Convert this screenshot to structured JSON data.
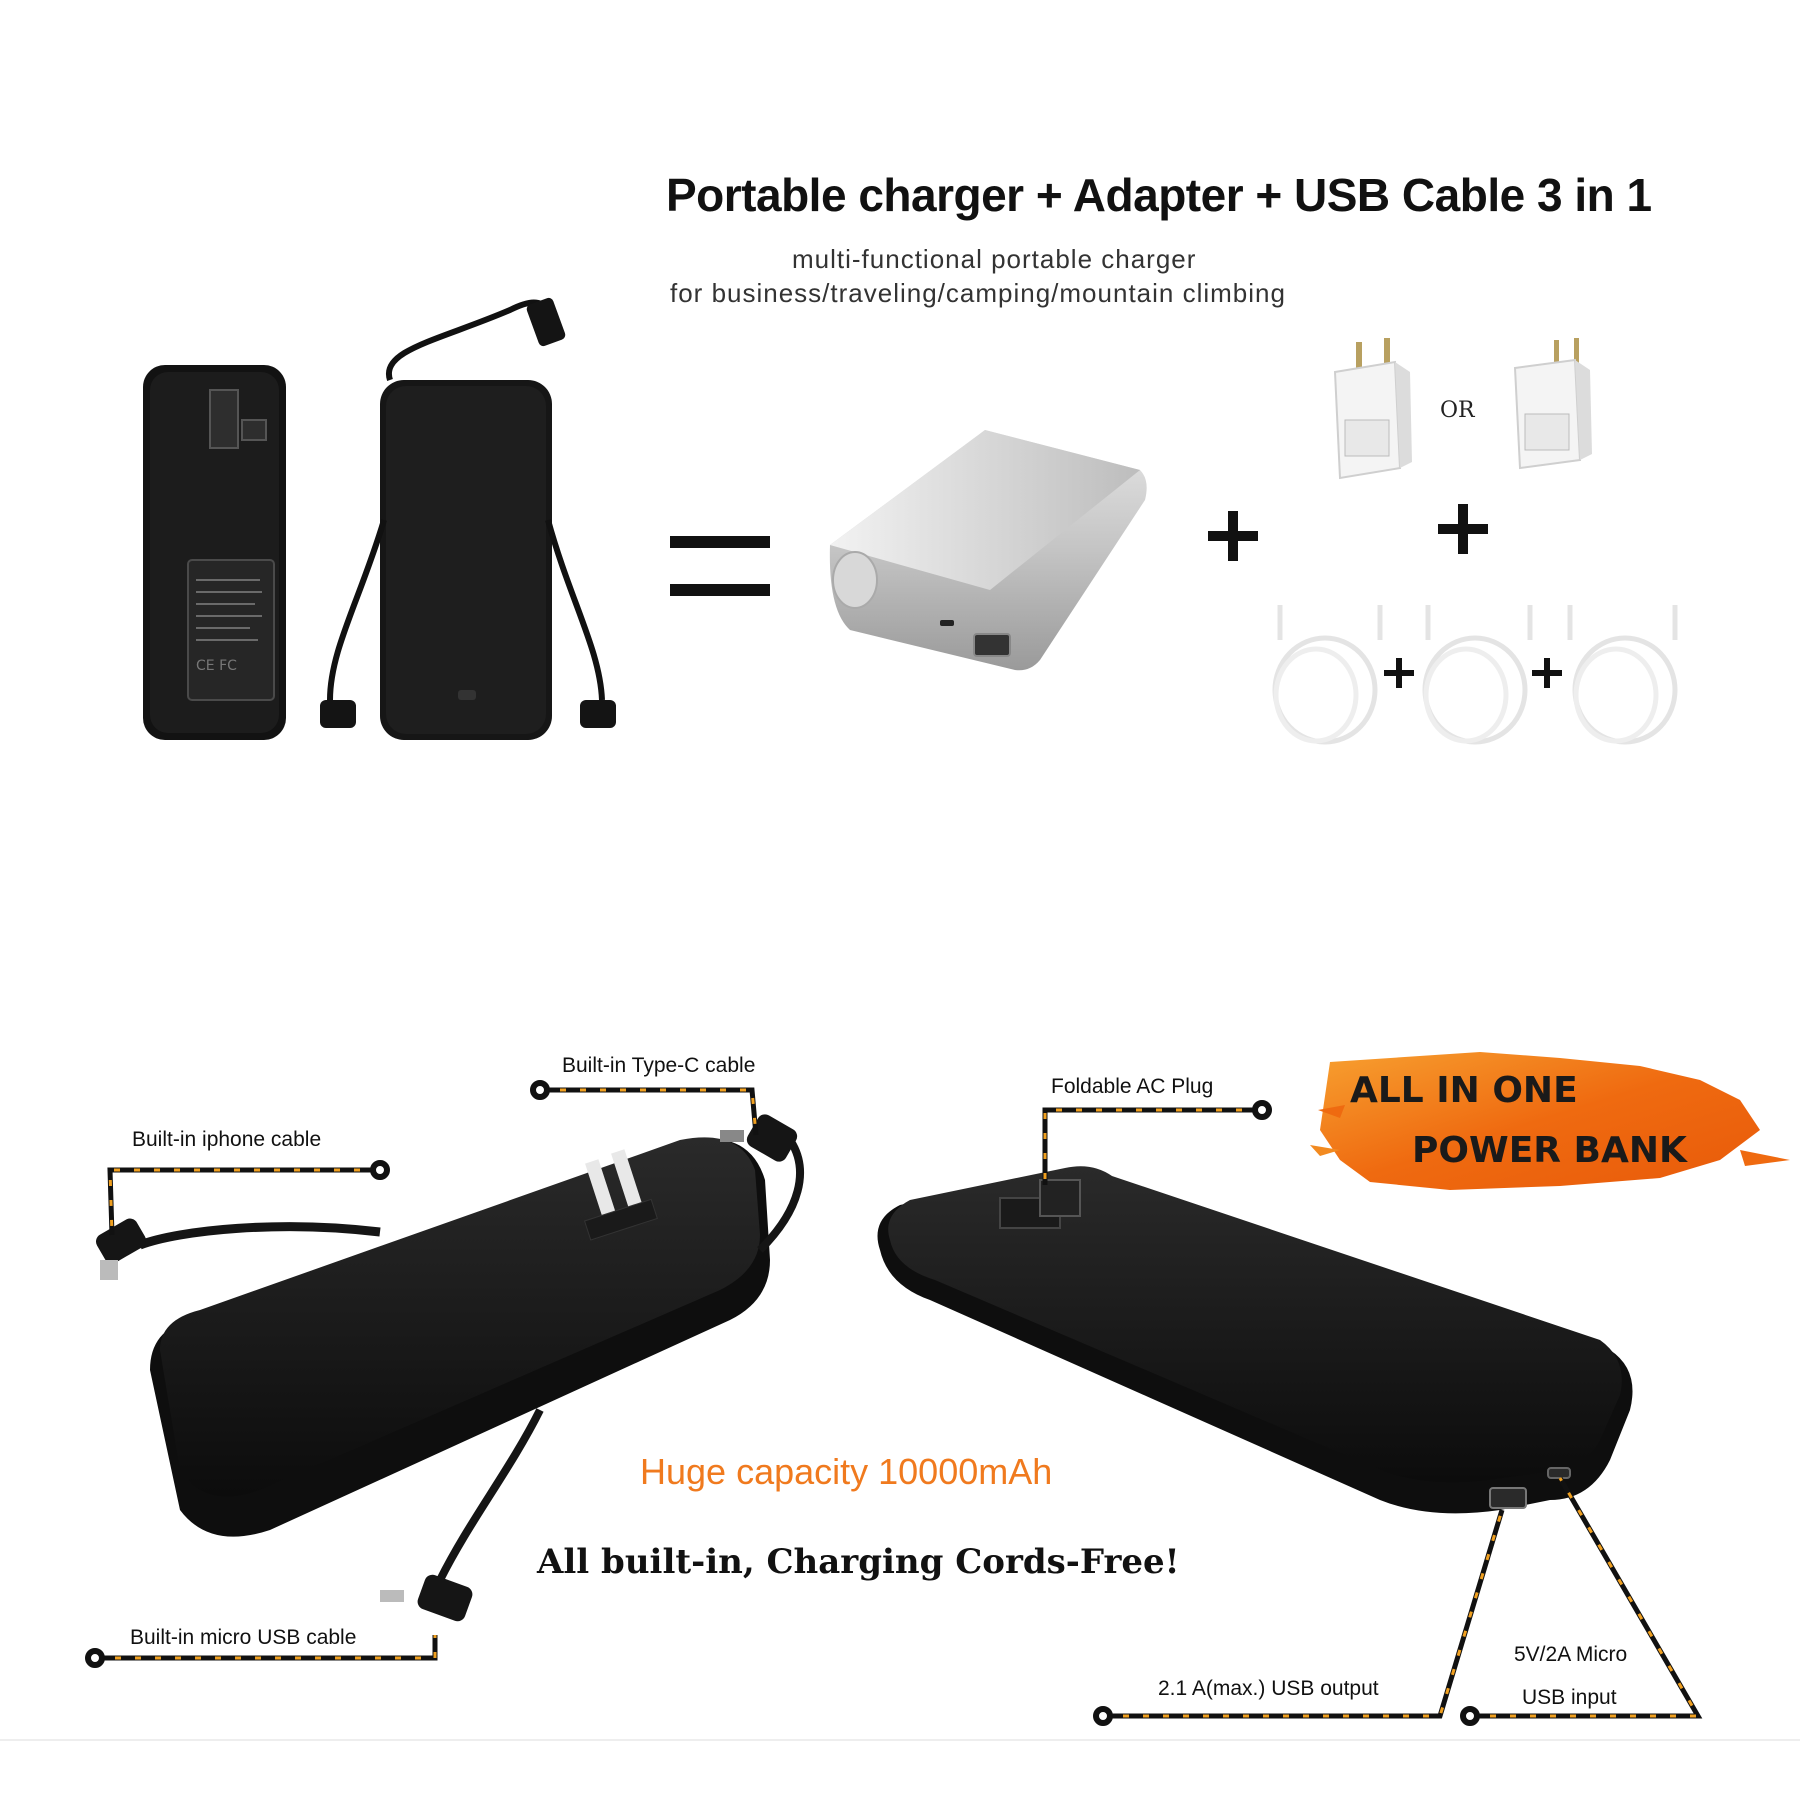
{
  "header": {
    "title": "Portable charger + Adapter + USB Cable  3 in 1",
    "subtitle_line1": "multi-functional portable charger",
    "subtitle_line2": "for business/traveling/camping/mountain climbing"
  },
  "equation": {
    "or_label": "OR"
  },
  "callouts": {
    "type_c": "Built-in Type-C cable",
    "iphone": "Built-in iphone cable",
    "ac_plug": "Foldable AC Plug",
    "micro_usb": "Built-in micro USB cable",
    "usb_output": "2.1 A(max.) USB output",
    "micro_input_line1": "5V/2A Micro",
    "micro_input_line2": "USB input"
  },
  "banner": {
    "line1": "ALL IN ONE",
    "line2": "POWER BANK"
  },
  "features": {
    "capacity": "Huge capacity 10000mAh",
    "cords_free": "All built-in, Charging Cords-Free!"
  },
  "colors": {
    "accent_orange": "#f07a1e",
    "callout_line": "#111111",
    "callout_dash": "#f0a020",
    "device_black": "#141414"
  }
}
